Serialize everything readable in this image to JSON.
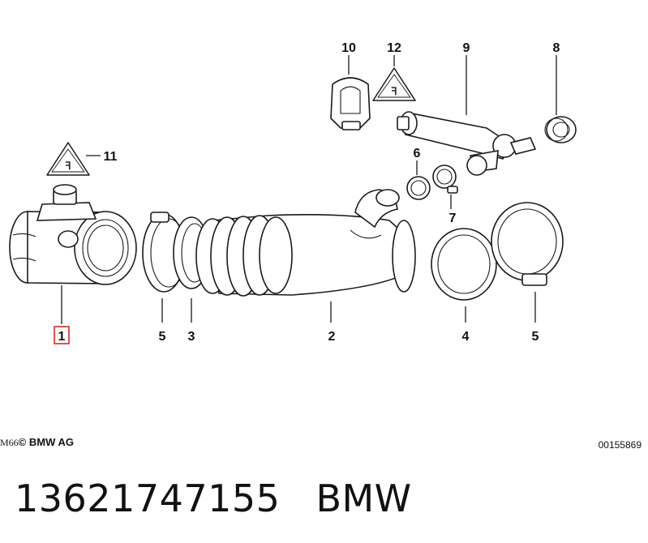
{
  "callouts": {
    "c1": "1",
    "c2": "2",
    "c3": "3",
    "c4": "4",
    "c5a": "5",
    "c5b": "5",
    "c6": "6",
    "c7": "7",
    "c8": "8",
    "c9": "9",
    "c10": "10",
    "c11": "11",
    "c12": "12"
  },
  "highlight_color": "#d22b2b",
  "footer": {
    "model_code": "M66",
    "copyright": "© BMW AG",
    "diagram_number": "00155869"
  },
  "caption": {
    "part_number": "13621747155",
    "brand": "BMW"
  }
}
